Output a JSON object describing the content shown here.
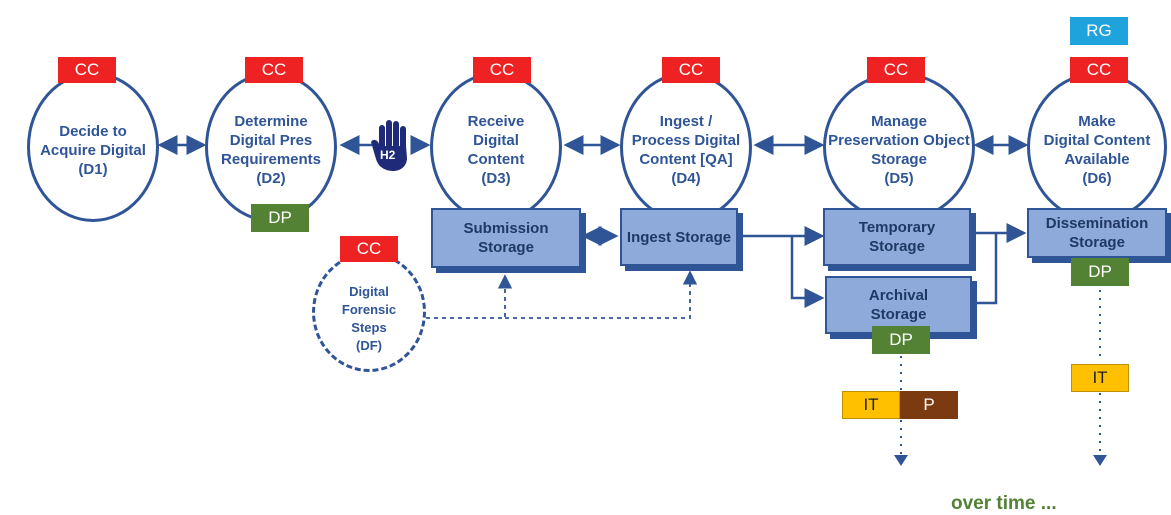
{
  "stages": [
    {
      "id": "d1",
      "label": "Decide to\nAcquire Digital\n(D1)"
    },
    {
      "id": "d2",
      "label": "Determine\nDigital Pres\nRequirements\n(D2)"
    },
    {
      "id": "d3",
      "label": "Receive\nDigital\nContent\n(D3)"
    },
    {
      "id": "d4",
      "label": "Ingest /\nProcess Digital\nContent [QA]\n(D4)"
    },
    {
      "id": "d5",
      "label": "Manage\nPreservation Object\nStorage\n(D5)"
    },
    {
      "id": "d6",
      "label": "Make\nDigital Content\nAvailable\n(D6)"
    },
    {
      "id": "df",
      "label": "Digital\nForensic\nSteps\n(DF)"
    }
  ],
  "tags": {
    "cc": "CC",
    "dp": "DP",
    "rg": "RG",
    "it": "IT",
    "p": "P",
    "h2": "H2"
  },
  "storage": {
    "submission": "Submission\nStorage",
    "ingest": "Ingest Storage",
    "temporary": "Temporary\nStorage",
    "archival": "Archival\nStorage",
    "dissemination": "Dissemination\nStorage"
  },
  "colors": {
    "stroke": "#2f5597",
    "cc": "#ee2222",
    "dp": "#548235",
    "rg": "#1ea3dc",
    "it": "#ffc000",
    "p": "#7b3a10",
    "storage": "#8eaadb",
    "hand": "#1f2a78"
  },
  "icons": {
    "hand": "raised-hand-icon"
  },
  "footer": "over time ..."
}
